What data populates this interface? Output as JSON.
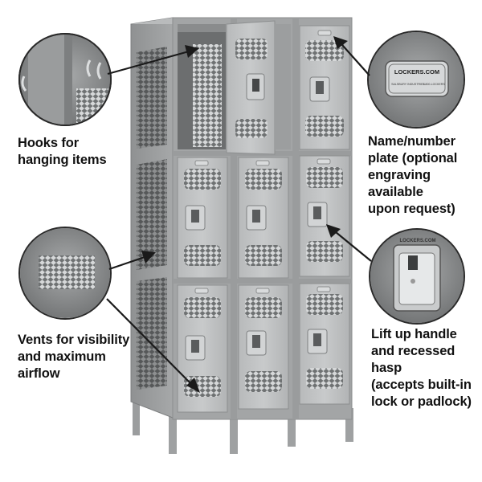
{
  "callouts": {
    "hooks": "Hooks for\nhanging items",
    "vents": "Vents for visibility\nand maximum\nairflow",
    "plate": "Name/number\nplate (optional\nengraving available\nupon request)",
    "handle": "Lift up handle\nand recessed hasp\n(accepts built-in\nlock or padlock)"
  },
  "plate_logo": {
    "brand": "LOCKERS.COM",
    "maker": "SALSBURY INDUSTRIES",
    "phone": "1-800-LOCKERS"
  },
  "handle_logo": "LOCKERS.COM",
  "colors": {
    "locker_gray": "#a9abac",
    "locker_light": "#c4c6c7",
    "circle_bg": "#8e9091"
  }
}
